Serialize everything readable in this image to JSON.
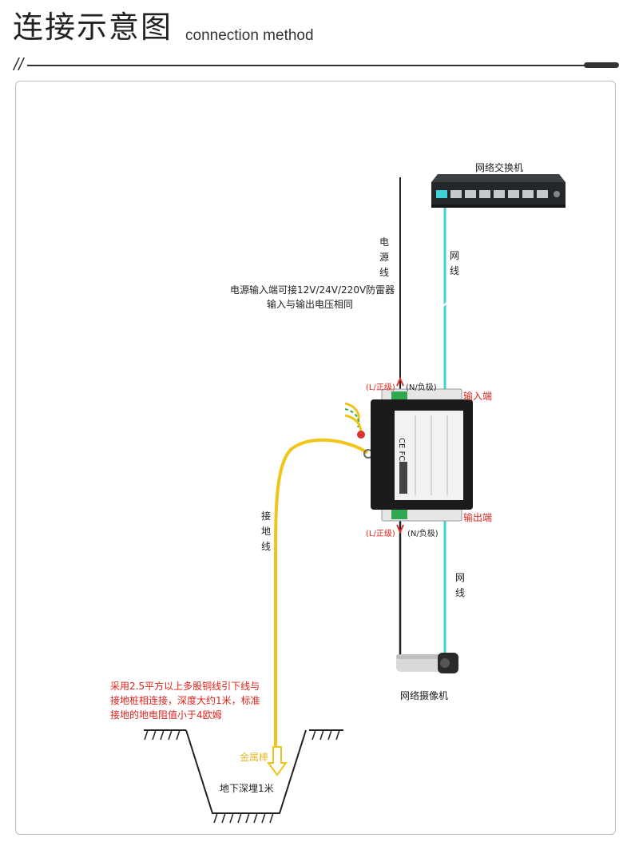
{
  "header": {
    "title_cn": "连接示意图",
    "title_en": "connection method",
    "slash": "//"
  },
  "labels": {
    "switch": "网络交换机",
    "power_line": "电源线",
    "network_line_top": "网线",
    "note_line1": "电源输入端可接12V/24V/220V防雷器",
    "note_line2": "输入与输出电压相同",
    "input_l": "(L/正级)",
    "input_n": "(N/负极)",
    "input_end": "输入端",
    "output_l": "(L/正级)",
    "output_n": "(N/负极)",
    "output_end": "输出端",
    "ground_line": "接地线",
    "network_line_bottom": "网线",
    "camera": "网络摄像机",
    "ground_note_1": "采用2.5平方以上多股铜线引下线与",
    "ground_note_2": "接地桩相连接，深度大约1米，标准",
    "ground_note_3": "接地的地电阻值小于4欧姆",
    "metal_rod": "金属棒",
    "depth": "地下深埋1米"
  },
  "colors": {
    "network_cable": "#3fd1d8",
    "ground_wire": "#f0c419",
    "red_text": "#e0231b",
    "gold_text": "#e8b92c",
    "power_cable": "#222222",
    "device_body": "#1b1b1b"
  },
  "icons": {
    "switch": "network-switch-icon",
    "protector": "surge-protector-icon",
    "camera": "bullet-camera-icon",
    "ground": "ground-pit-icon"
  }
}
